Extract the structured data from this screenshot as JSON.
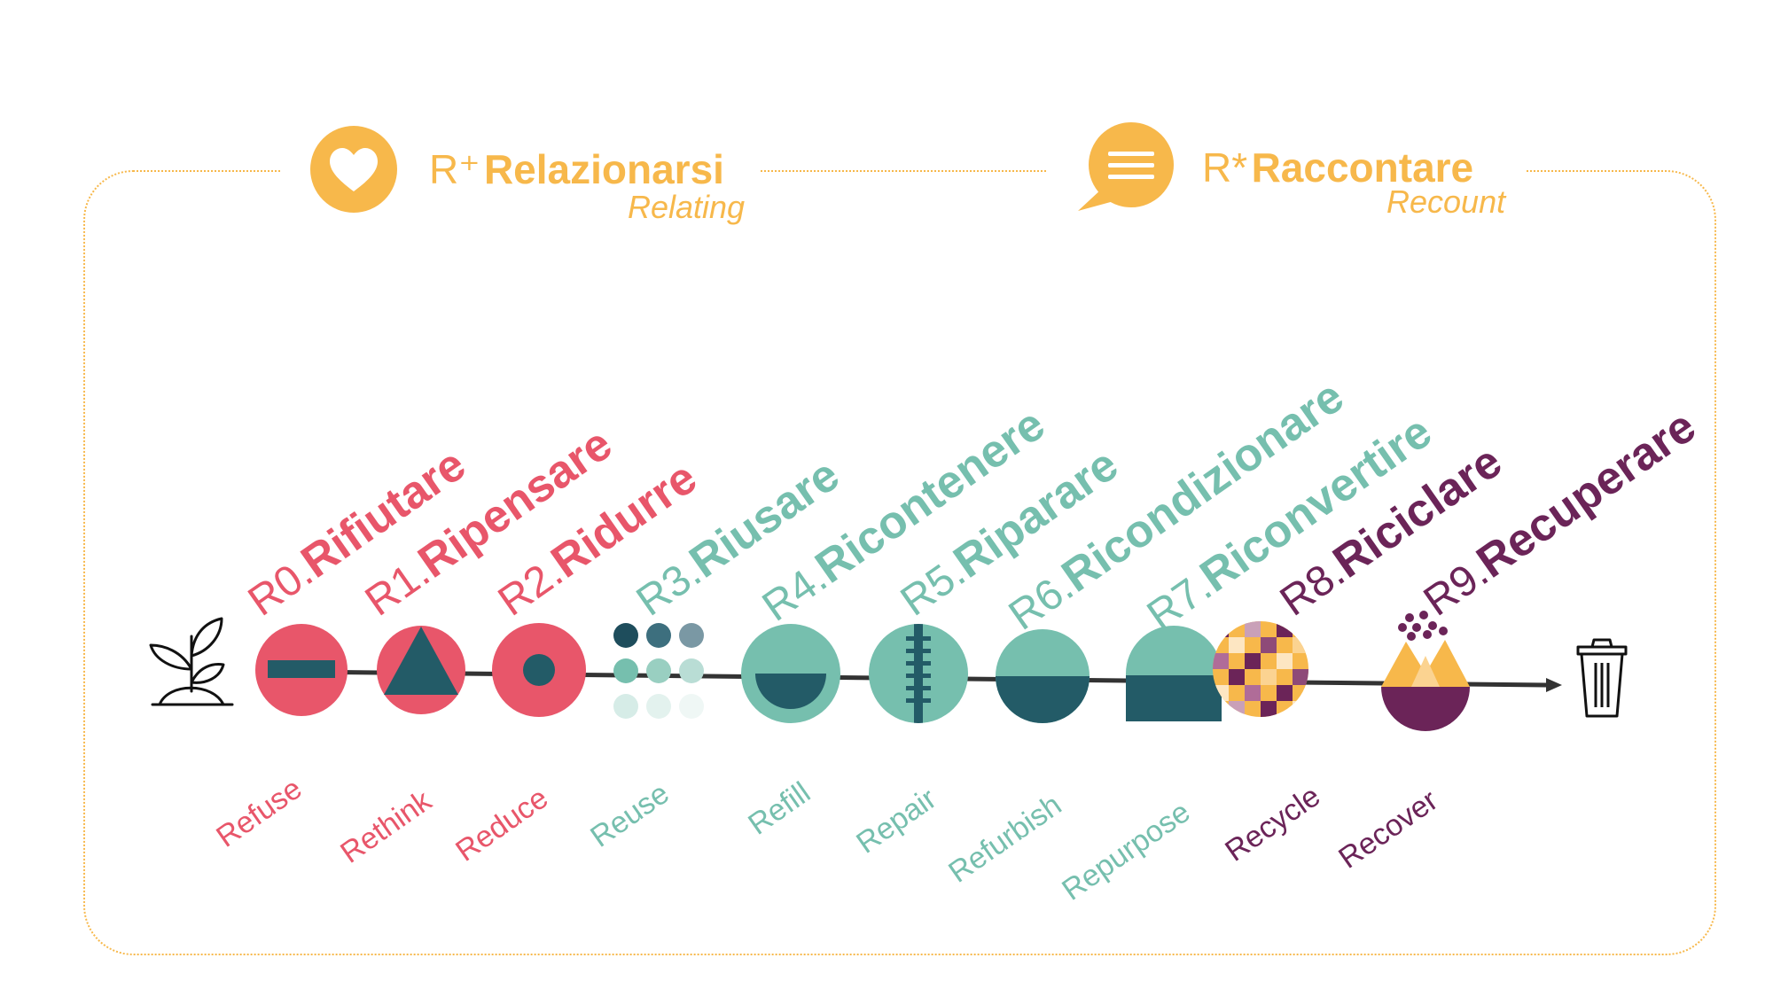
{
  "colors": {
    "accent": "#f7b84b",
    "red": "#e8566a",
    "teal": "#76bfae",
    "dark_teal": "#235b67",
    "purple": "#6b2458",
    "dark": "#222222"
  },
  "header": {
    "relating": {
      "icon": "heart-icon",
      "prefix": "R⁺",
      "title": "Relazionarsi",
      "subtitle": "Relating"
    },
    "recount": {
      "icon": "speech-bubble-icon",
      "prefix": "R*",
      "title": "Raccontare",
      "subtitle": "Recount"
    }
  },
  "timeline": {
    "start_icon": "plant-sprout-icon",
    "end_icon": "trash-bin-icon",
    "steps": [
      {
        "code": "R0.",
        "name": "Rifiutare",
        "english": "Refuse",
        "color": "#e8566a",
        "icon": "minus-circle-icon"
      },
      {
        "code": "R1.",
        "name": "Ripensare",
        "english": "Rethink",
        "color": "#e8566a",
        "icon": "triangle-circle-icon"
      },
      {
        "code": "R2.",
        "name": "Ridurre",
        "english": "Reduce",
        "color": "#e8566a",
        "icon": "dot-circle-icon"
      },
      {
        "code": "R3.",
        "name": "Riusare",
        "english": "Reuse",
        "color": "#76bfae",
        "icon": "dot-grid-icon"
      },
      {
        "code": "R4.",
        "name": "Ricontenere",
        "english": "Refill",
        "color": "#76bfae",
        "icon": "bowl-circle-icon"
      },
      {
        "code": "R5.",
        "name": "Riparare",
        "english": "Repair",
        "color": "#76bfae",
        "icon": "zipper-circle-icon"
      },
      {
        "code": "R6.",
        "name": "Ricondizionare",
        "english": "Refurbish",
        "color": "#76bfae",
        "icon": "half-circle-icon"
      },
      {
        "code": "R7.",
        "name": "Riconvertire",
        "english": "Repurpose",
        "color": "#76bfae",
        "icon": "arch-block-icon"
      },
      {
        "code": "R8.",
        "name": "Riciclare",
        "english": "Recycle",
        "color": "#6b2458",
        "icon": "checker-circle-icon"
      },
      {
        "code": "R9.",
        "name": "Recuperare",
        "english": "Recover",
        "color": "#6b2458",
        "icon": "fire-bowl-icon"
      }
    ]
  }
}
